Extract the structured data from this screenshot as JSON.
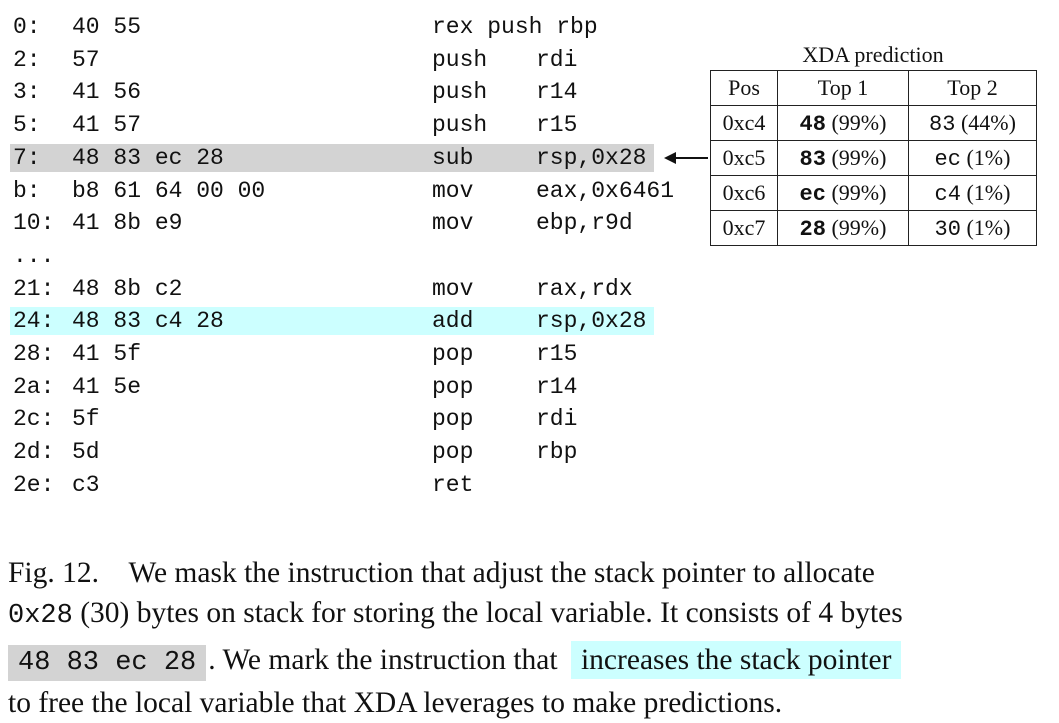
{
  "listing": [
    {
      "addr": "0:",
      "bytes": "40 55",
      "mnemonic": "rex push rbp",
      "operands": "",
      "highlight": "none"
    },
    {
      "addr": "2:",
      "bytes": "57",
      "mnemonic": "push",
      "operands": "rdi",
      "highlight": "none"
    },
    {
      "addr": "3:",
      "bytes": "41 56",
      "mnemonic": "push",
      "operands": "r14",
      "highlight": "none"
    },
    {
      "addr": "5:",
      "bytes": "41 57",
      "mnemonic": "push",
      "operands": "r15",
      "highlight": "none"
    },
    {
      "addr": "7:",
      "bytes": "48 83 ec 28",
      "mnemonic": "sub",
      "operands": "rsp,0x28",
      "highlight": "gray"
    },
    {
      "addr": "b:",
      "bytes": "b8 61 64 00 00",
      "mnemonic": "mov",
      "operands": "eax,0x6461",
      "highlight": "none"
    },
    {
      "addr": "10:",
      "bytes": "41 8b e9",
      "mnemonic": "mov",
      "operands": "ebp,r9d",
      "highlight": "none"
    },
    {
      "addr": "...",
      "bytes": "",
      "mnemonic": "",
      "operands": "",
      "highlight": "none"
    },
    {
      "addr": "21:",
      "bytes": "48 8b c2",
      "mnemonic": "mov",
      "operands": "rax,rdx",
      "highlight": "none"
    },
    {
      "addr": "24:",
      "bytes": "48 83 c4 28",
      "mnemonic": "add",
      "operands": "rsp,0x28",
      "highlight": "cyan"
    },
    {
      "addr": "28:",
      "bytes": "41 5f",
      "mnemonic": "pop",
      "operands": "r15",
      "highlight": "none"
    },
    {
      "addr": "2a:",
      "bytes": "41 5e",
      "mnemonic": "pop",
      "operands": "r14",
      "highlight": "none"
    },
    {
      "addr": "2c:",
      "bytes": "5f",
      "mnemonic": "pop",
      "operands": "rdi",
      "highlight": "none"
    },
    {
      "addr": "2d:",
      "bytes": "5d",
      "mnemonic": "pop",
      "operands": "rbp",
      "highlight": "none"
    },
    {
      "addr": "2e:",
      "bytes": "c3",
      "mnemonic": "ret",
      "operands": "",
      "highlight": "none"
    }
  ],
  "xda": {
    "title": "XDA prediction",
    "headers": [
      "Pos",
      "Top 1",
      "Top 2"
    ],
    "rows": [
      {
        "pos": "0xc4",
        "top1": "48",
        "top1_pct": "(99%)",
        "top2": "83",
        "top2_pct": "(44%)"
      },
      {
        "pos": "0xc5",
        "top1": "83",
        "top1_pct": "(99%)",
        "top2": "ec",
        "top2_pct": "(1%)"
      },
      {
        "pos": "0xc6",
        "top1": "ec",
        "top1_pct": "(99%)",
        "top2": "c4",
        "top2_pct": "(1%)"
      },
      {
        "pos": "0xc7",
        "top1": "28",
        "top1_pct": "(99%)",
        "top2": "30",
        "top2_pct": "(1%)"
      }
    ]
  },
  "caption": {
    "fig_label": "Fig. 12.",
    "line1": "We mask the instruction that adjust the stack pointer to allocate",
    "line2_code": "0x28",
    "line2_rest": " (30) bytes on stack for storing the local variable. It consists of 4 bytes",
    "line3_code": "48 83 ec 28",
    "line3_mid": ". We mark the instruction that",
    "line3_highlight": "increases the stack pointer",
    "line4": "to free the local variable that XDA leverages to make predictions.",
    "colors": {
      "gray_highlight": "#d3d3d3",
      "cyan_highlight": "#ccffff"
    }
  }
}
